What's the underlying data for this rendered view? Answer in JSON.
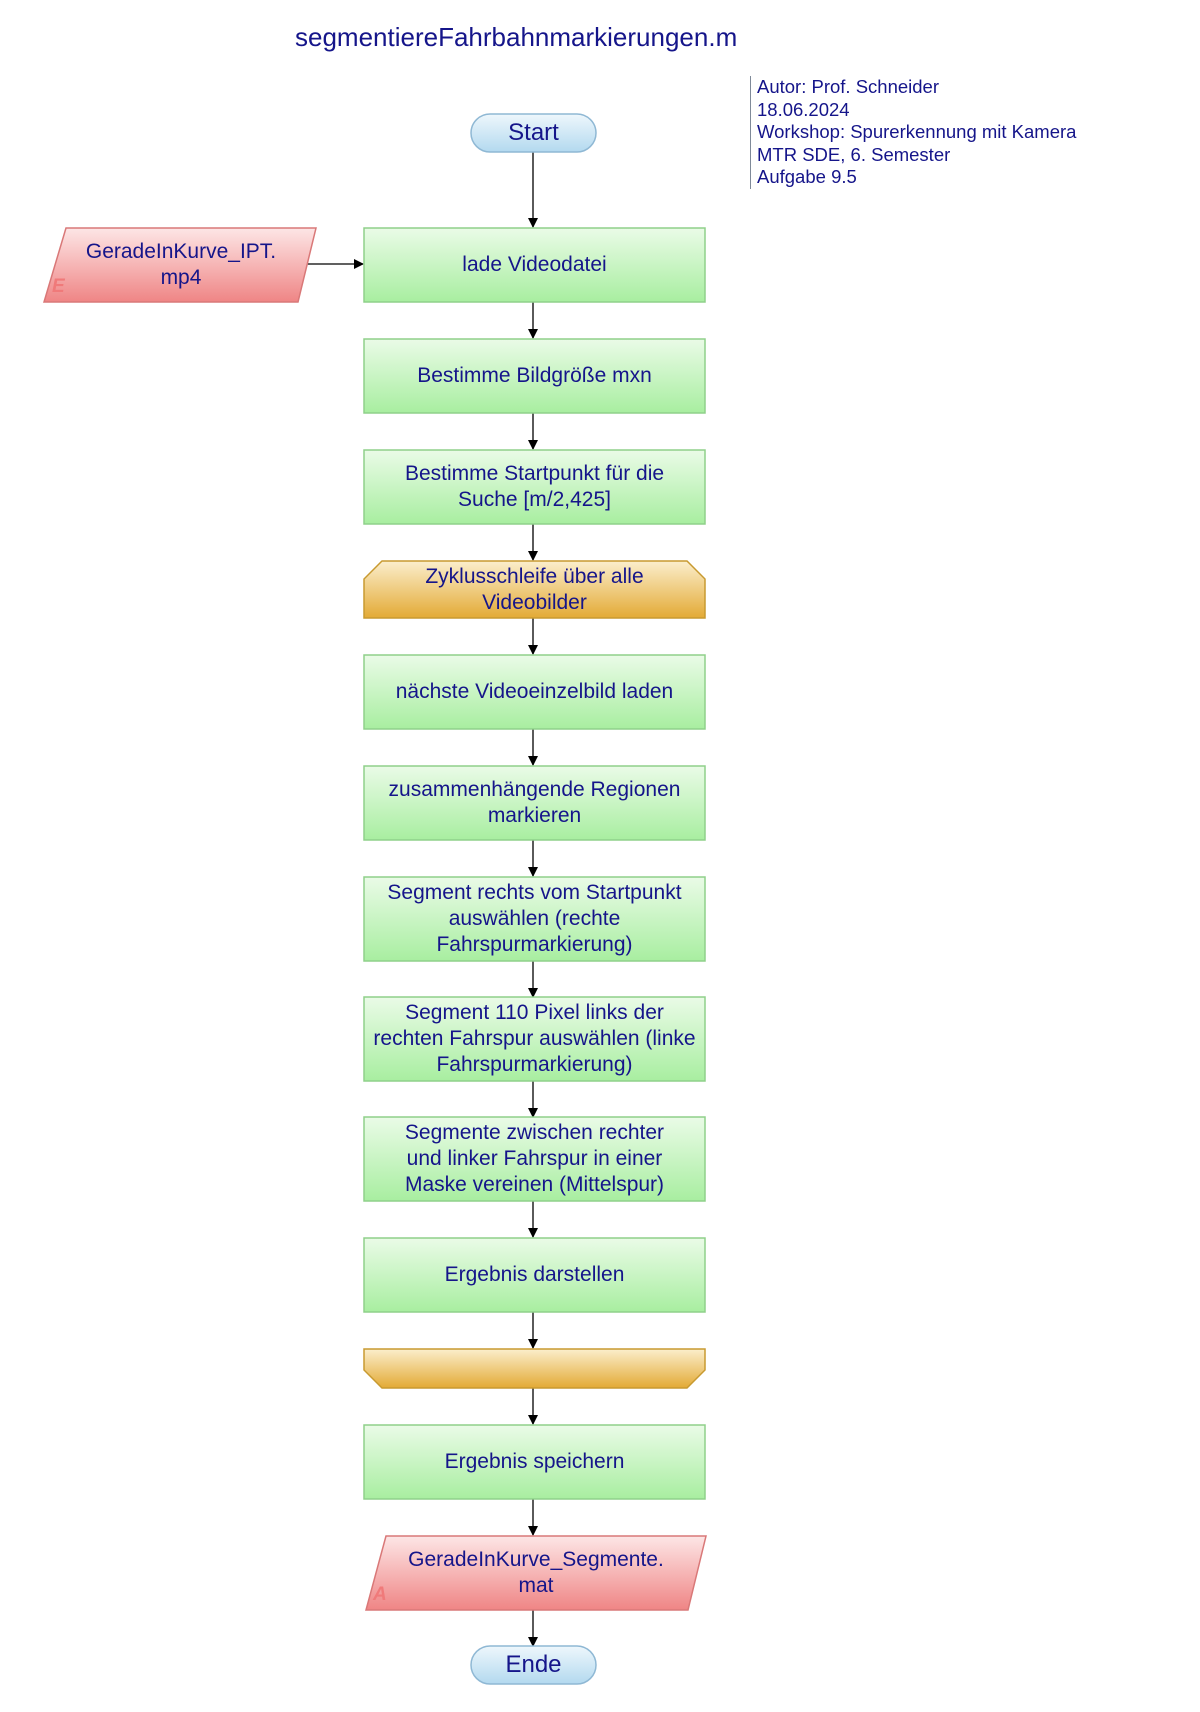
{
  "title": "segmentiereFahrbahnmarkierungen.m",
  "metadata": [
    "Autor: Prof. Schneider",
    "18.06.2024",
    "Workshop: Spurerkennung mit Kamera",
    "MTR SDE, 6. Semester",
    "Aufgabe 9.5"
  ],
  "nodes": {
    "start": "Start",
    "input_file": "GeradeInKurve_IPT.\nmp4",
    "input_marker": "E",
    "load_video": "lade Videodatei",
    "image_size": "Bestimme Bildgröße mxn",
    "start_point": "Bestimme Startpunkt für die Suche [m/2,425]",
    "loop_start": "Zyklusschleife über alle Videobilder",
    "next_frame": "nächste Videoeinzelbild laden",
    "label_regions": "zusammenhängende Regionen markieren",
    "right_segment": "Segment rechts vom Startpunkt auswählen (rechte Fahrspurmarkierung)",
    "left_segment": "Segment 110 Pixel links der rechten Fahrspur auswählen (linke Fahrspurmarkierung)",
    "merge_mask": "Segmente zwischen rechter und linker Fahrspur in einer Maske vereinen (Mittelspur)",
    "show_result": "Ergebnis darstellen",
    "loop_end": "",
    "save_result": "Ergebnis speichern",
    "output_file": "GeradeInKurve_Segmente.\nmat",
    "output_marker": "A",
    "end": "Ende"
  },
  "colors": {
    "text": "#15158a",
    "process_fill": "#a8eea0",
    "process_stroke": "#8fd08a",
    "loop_fill": "#e8b23c",
    "loop_stroke": "#c89a30",
    "io_fill": "#f08a8a",
    "io_stroke": "#d97878",
    "terminal_fill": "#bfe0f3",
    "terminal_stroke": "#8fb8d4",
    "arrow": "#000000"
  }
}
